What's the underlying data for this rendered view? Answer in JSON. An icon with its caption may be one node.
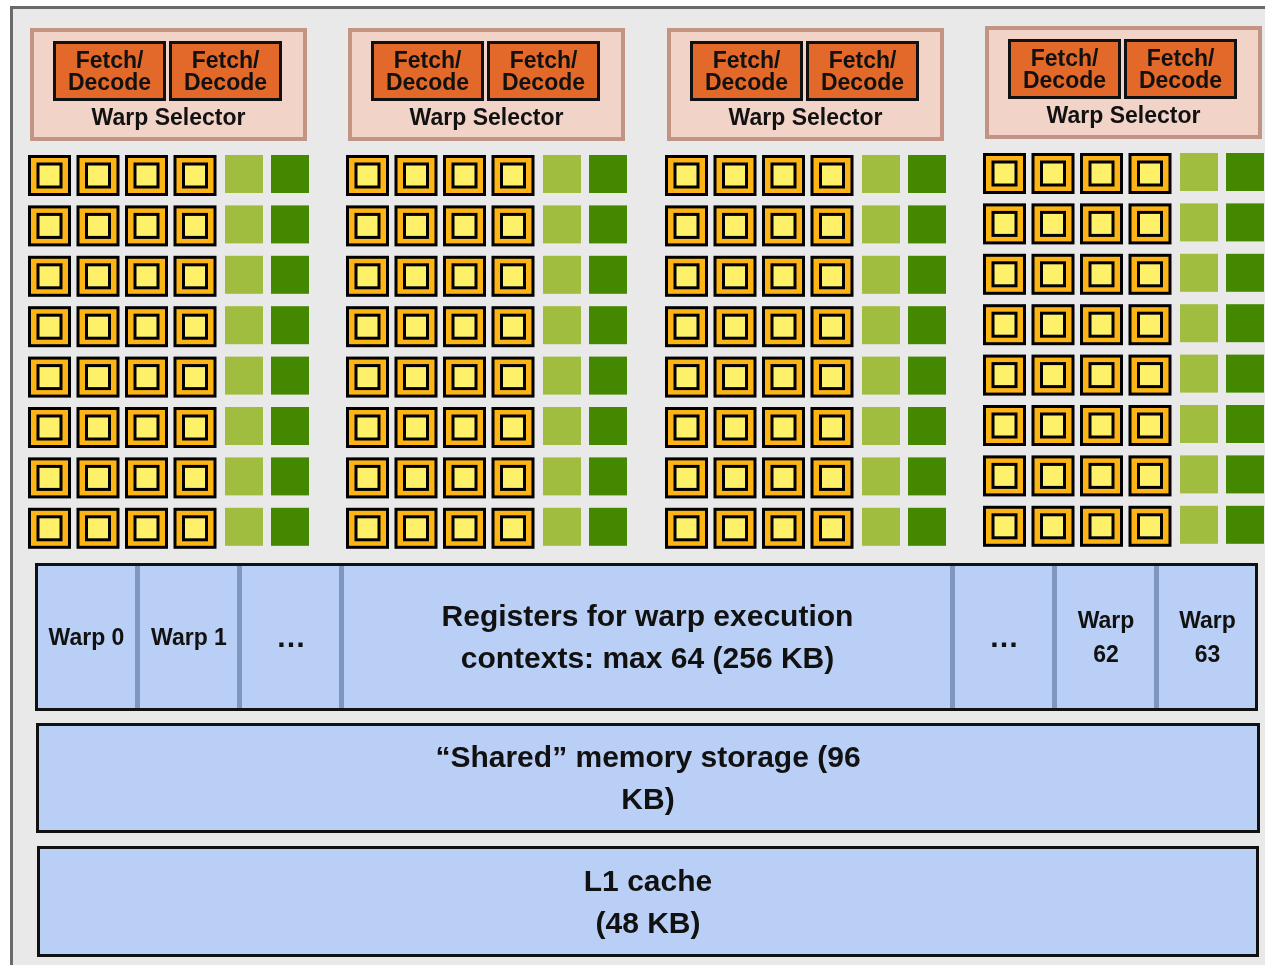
{
  "diagram": {
    "nodes": [
      {
        "text": [
          "Warp Selector"
        ]
      },
      {
        "text": [
          "Fetch/ Decode"
        ],
        "in": 0
      },
      {
        "text": [
          "Fetch/ Decode"
        ],
        "in": 0
      },
      {
        "text": [
          "Warp Selector"
        ]
      },
      {
        "text": [
          "Fetch/ Decode"
        ],
        "in": 3
      },
      {
        "text": [
          "Fetch/ Decode"
        ],
        "in": 3
      },
      {
        "text": [
          "Warp Selector"
        ]
      },
      {
        "text": [
          "Fetch/ Decode"
        ],
        "in": 6
      },
      {
        "text": [
          "Fetch/ Decode"
        ],
        "in": 6
      },
      {
        "text": [
          "Warp Selector"
        ]
      },
      {
        "text": [
          "Fetch/ Decode"
        ],
        "in": 9
      },
      {
        "text": [
          "Fetch/ Decode"
        ],
        "in": 9
      },
      {
        "text": [],
        "shape": "box"
      },
      {
        "text": [
          "Warp 0"
        ],
        "in": 12
      },
      {
        "text": [
          "Warp 1"
        ],
        "in": 12
      },
      {
        "text": [
          "…"
        ],
        "in": 12
      },
      {
        "text": [
          "Registers for warp execution contexts: max 64 (256 KB)"
        ],
        "in": 12
      },
      {
        "text": [
          "…"
        ],
        "in": 12
      },
      {
        "text": [
          "Warp 62"
        ],
        "in": 12
      },
      {
        "text": [
          "Warp 63"
        ],
        "in": 12
      },
      {
        "text": [
          "“Shared” memory storage (96 KB)"
        ]
      },
      {
        "text": [
          "L1 cache (48 KB)"
        ]
      }
    ]
  }
}
